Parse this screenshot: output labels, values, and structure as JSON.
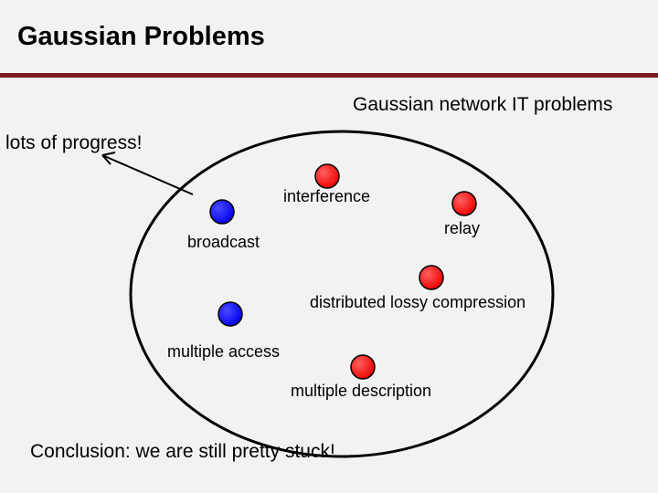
{
  "slide": {
    "title": "Gaussian Problems",
    "header_label": "Gaussian network IT problems",
    "progress_note": "lots of progress!",
    "conclusion": "Conclusion: we are still pretty stuck!"
  },
  "problems": [
    {
      "label": "interference",
      "dot_color": "#ff0000"
    },
    {
      "label": "relay",
      "dot_color": "#ff0000"
    },
    {
      "label": "broadcast",
      "dot_color": "#0000ff"
    },
    {
      "label": "distributed lossy compression",
      "dot_color": "#ff0000"
    },
    {
      "label": "multiple access",
      "dot_color": "#0000ff"
    },
    {
      "label": "multiple description",
      "dot_color": "#ff0000"
    }
  ],
  "colors": {
    "title_rule": "#7a1b1b",
    "background": "#f2f2f2",
    "solved": "#0000ff",
    "open": "#ff0000"
  }
}
